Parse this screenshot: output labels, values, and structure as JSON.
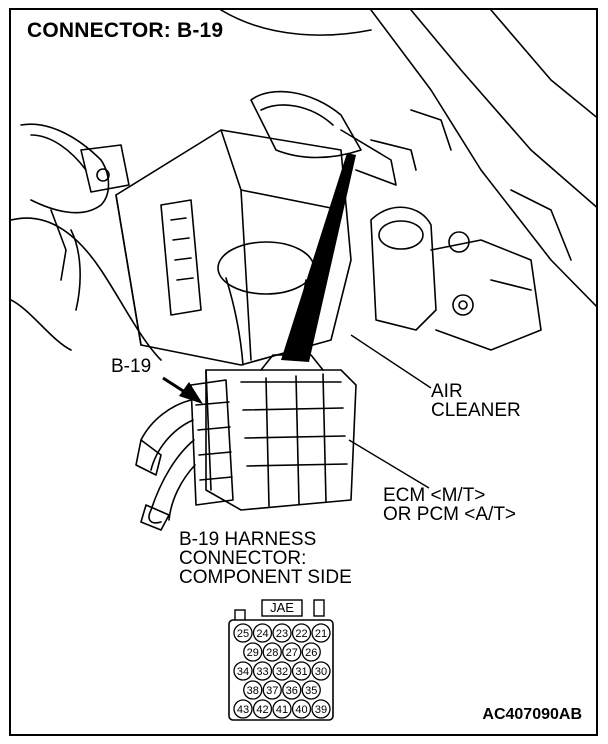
{
  "title": "CONNECTOR: B-19",
  "labels": {
    "b19": "B-19",
    "air_cleaner": [
      "AIR",
      "CLEANER"
    ],
    "ecm": [
      "ECM <M/T>",
      "OR PCM <A/T>"
    ],
    "harness": [
      "B-19 HARNESS",
      "CONNECTOR:",
      "COMPONENT SIDE"
    ],
    "reference": "AC407090AB"
  },
  "connector": {
    "maker": "JAE",
    "rows": [
      [
        "25",
        "24",
        "23",
        "22",
        "21"
      ],
      [
        "29",
        "28",
        "27",
        "26"
      ],
      [
        "34",
        "33",
        "32",
        "31",
        "30"
      ],
      [
        "38",
        "37",
        "36",
        "35"
      ],
      [
        "43",
        "42",
        "41",
        "40",
        "39"
      ]
    ]
  }
}
